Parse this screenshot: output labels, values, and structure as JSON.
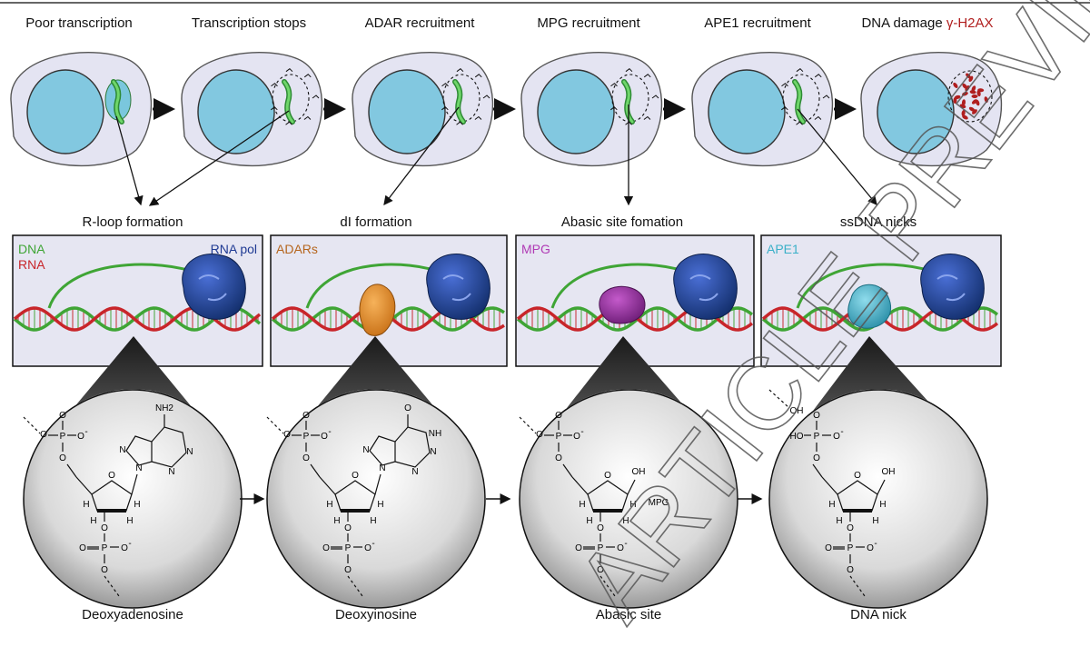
{
  "colors": {
    "dna": "#3fa535",
    "rna": "#c8252a",
    "rna_pol": "#1f3a93",
    "adars": "#b5651d",
    "mpg": "#b03ab5",
    "ape1": "#3ab0c8",
    "h2ax": "#b01e1e",
    "cell_fill": "#e4e4f2",
    "nucleus_fill": "#82c8e0",
    "panel_fill": "#e6e6f2"
  },
  "stages": [
    {
      "title": "Poor transcription"
    },
    {
      "title": "Transcription stops"
    },
    {
      "title": "ADAR recruitment"
    },
    {
      "title": "MPG recruitment"
    },
    {
      "title": "APE1 recruitment"
    },
    {
      "title": "DNA damage ",
      "highlight": "γ-H2AX"
    }
  ],
  "events": [
    {
      "title": "R-loop formation",
      "labels": [
        {
          "text": "DNA",
          "color": "dna"
        },
        {
          "text": "RNA",
          "color": "rna"
        }
      ],
      "right_label": "RNA pol"
    },
    {
      "title": "dI formation",
      "labels": [
        {
          "text": "ADARs",
          "color": "adars"
        }
      ]
    },
    {
      "title": "Abasic site fomation",
      "labels": [
        {
          "text": "MPG",
          "color": "mpg"
        }
      ]
    },
    {
      "title": "ssDNA nicks",
      "labels": [
        {
          "text": "APE1",
          "color": "ape1"
        }
      ]
    }
  ],
  "molecules": [
    {
      "name": "Deoxyadenosine",
      "base_label": "NH2"
    },
    {
      "name": "Deoxyinosine",
      "base_label": "NH"
    },
    {
      "name": "Abasic site",
      "group_label": "OH",
      "mpg_label": "MPG"
    },
    {
      "name": "DNA nick",
      "group_label": "OH",
      "cut_label": "OH"
    }
  ],
  "chem_text": {
    "phosphorus": "P",
    "oxygen": "O",
    "hydrogen": "H",
    "negative": "-",
    "nitrogen": "N",
    "hydroxyl": "HO"
  },
  "watermark": "ARTICLE PREVIEW"
}
